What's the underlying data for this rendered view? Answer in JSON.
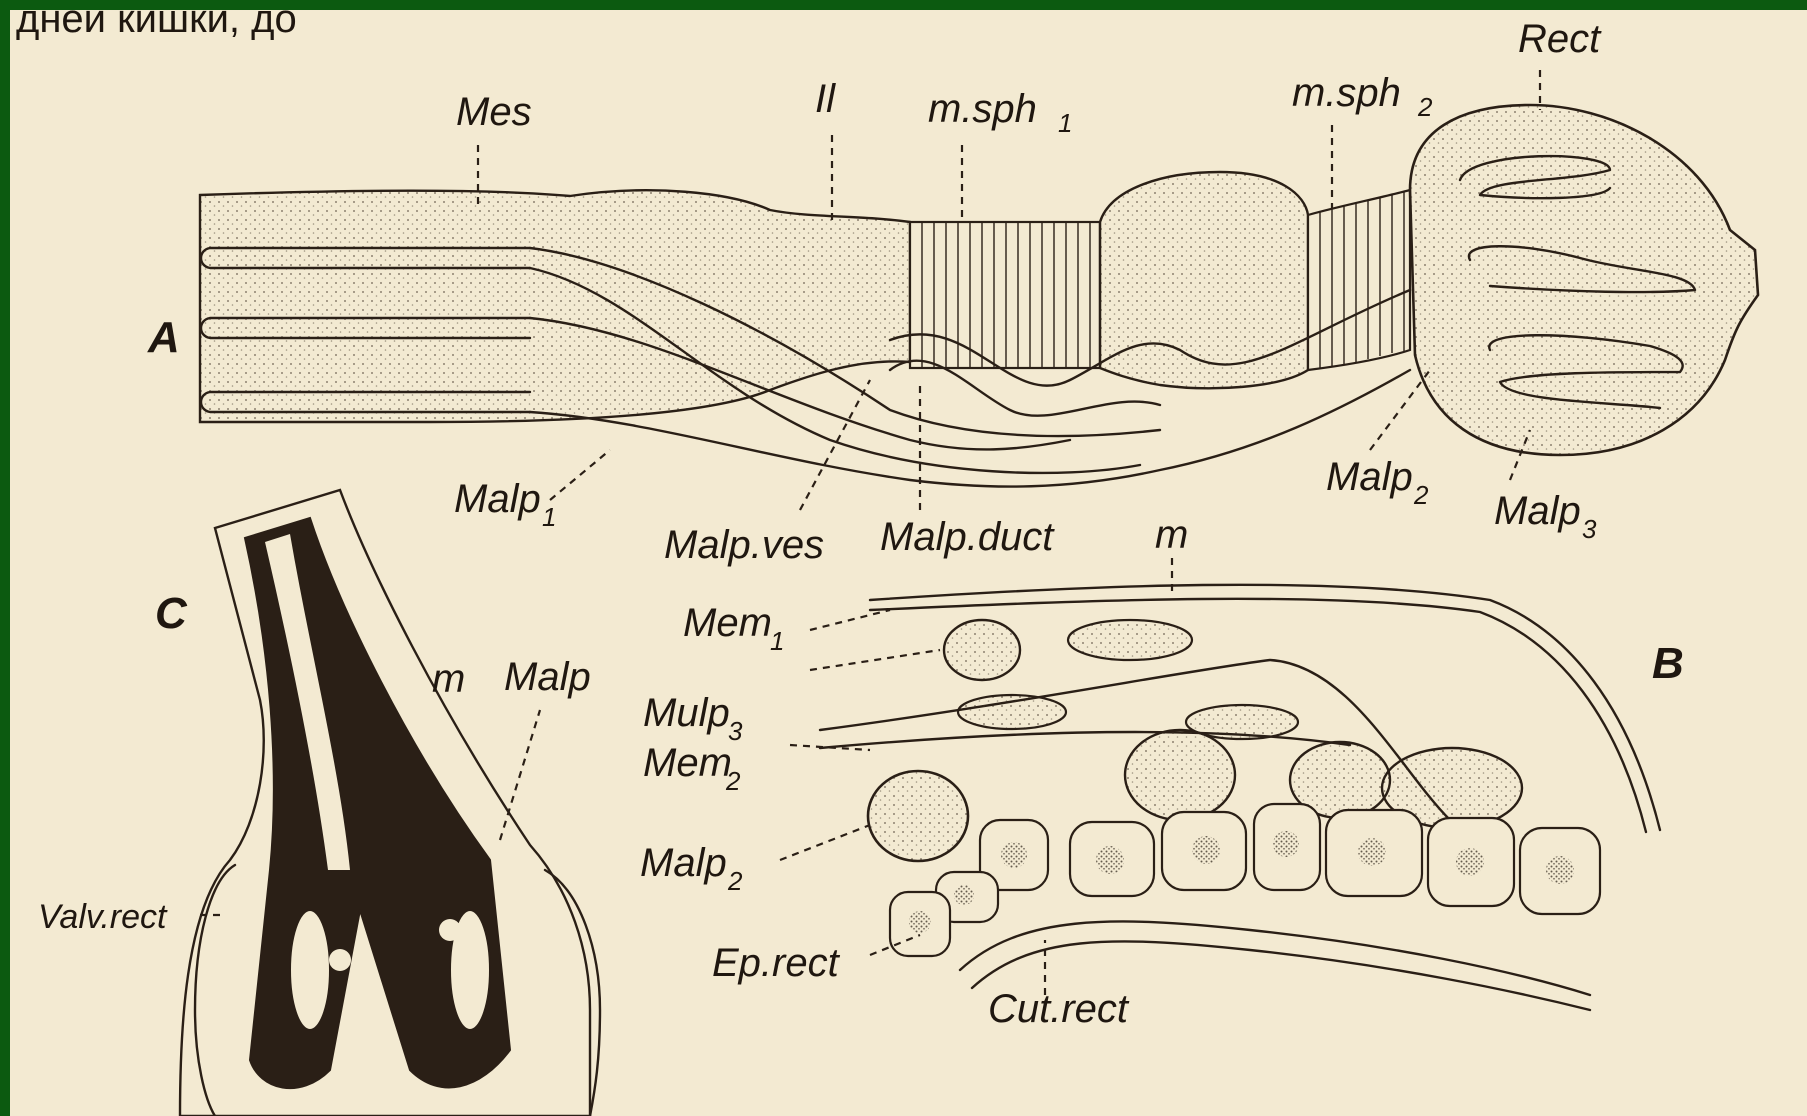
{
  "header_fragment": "дней кишки, до",
  "panels": {
    "a": "A",
    "b": "B",
    "c": "C"
  },
  "labels": {
    "mes": "Mes",
    "il": "Il",
    "msph1": "m.sph",
    "msph1_sub": "1",
    "msph2": "m.sph",
    "msph2_sub": "2",
    "rect": "Rect",
    "malp1": "Malp",
    "malp1_sub": "1",
    "malp_ves": "Malp.ves",
    "malp_duct": "Malp.duct",
    "malp2_a": "Malp",
    "malp2_a_sub": "2",
    "malp3_a": "Malp",
    "malp3_a_sub": "3",
    "m_b": "m",
    "mem1": "Mem",
    "mem1_sub": "1",
    "mulp3": "Mulp",
    "mulp3_sub": "3",
    "mem2": "Mem",
    "mem2_sub": "2",
    "malp2_b": "Malp",
    "malp2_b_sub": "2",
    "ep_rect": "Ep.rect",
    "cut_rect": "Cut.rect",
    "m_c": "m",
    "malp_c": "Malp",
    "valv_rect": "Valv.rect"
  },
  "colors": {
    "border": "#0c5a10",
    "paper": "#f3ead2",
    "ink": "#2a1f16"
  }
}
